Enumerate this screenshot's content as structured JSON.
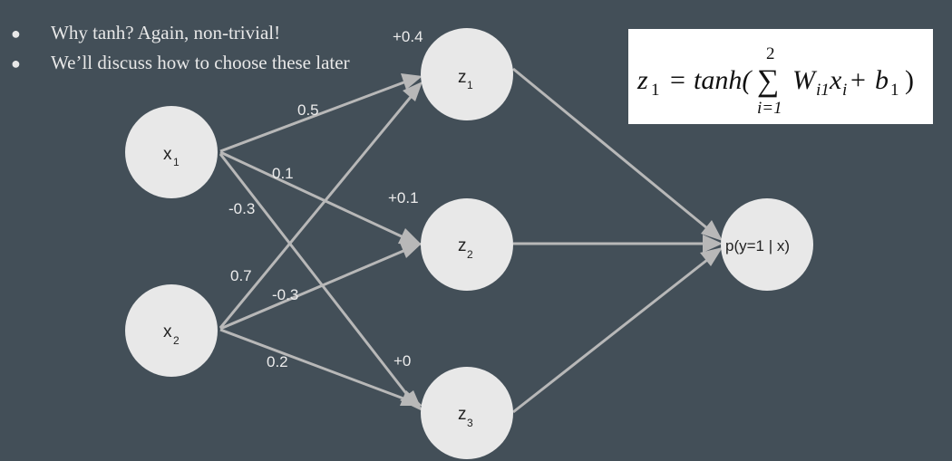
{
  "bullets": [
    "Why tanh? Again, non-trivial!",
    "We’ll discuss how to choose these later"
  ],
  "bullet_icon": "bullet-dot",
  "nodes": {
    "x1": {
      "main": "x",
      "sub": "1"
    },
    "x2": {
      "main": "x",
      "sub": "2"
    },
    "z1": {
      "main": "z",
      "sub": "1"
    },
    "z2": {
      "main": "z",
      "sub": "2"
    },
    "z3": {
      "main": "z",
      "sub": "3"
    },
    "out": {
      "main": "p(y=1 | x)",
      "sub": ""
    }
  },
  "weights": {
    "x1_z1": "0.5",
    "x1_z2": "0.1",
    "x1_z3": "-0.3",
    "x2_z1": "0.7",
    "x2_z2": "-0.3",
    "x2_z3": "0.2"
  },
  "biases": {
    "z1": "+0.4",
    "z2": "+0.1",
    "z3": "+0"
  },
  "formula": {
    "lhs_var": "z",
    "lhs_sub": "1",
    "equals": "=",
    "func": "tanh(",
    "sum_symbol": "∑",
    "sum_upper": "2",
    "sum_lower": "i=1",
    "w": "W",
    "w_sub": "i1",
    "x": "x",
    "x_sub": "i",
    "plus": "+",
    "b": "b",
    "b_sub": "1",
    "close": ")"
  },
  "colors": {
    "background": "#434f58",
    "node_fill": "#e8e8e8",
    "edge": "#b8b8b8",
    "text_light": "#ececec"
  }
}
